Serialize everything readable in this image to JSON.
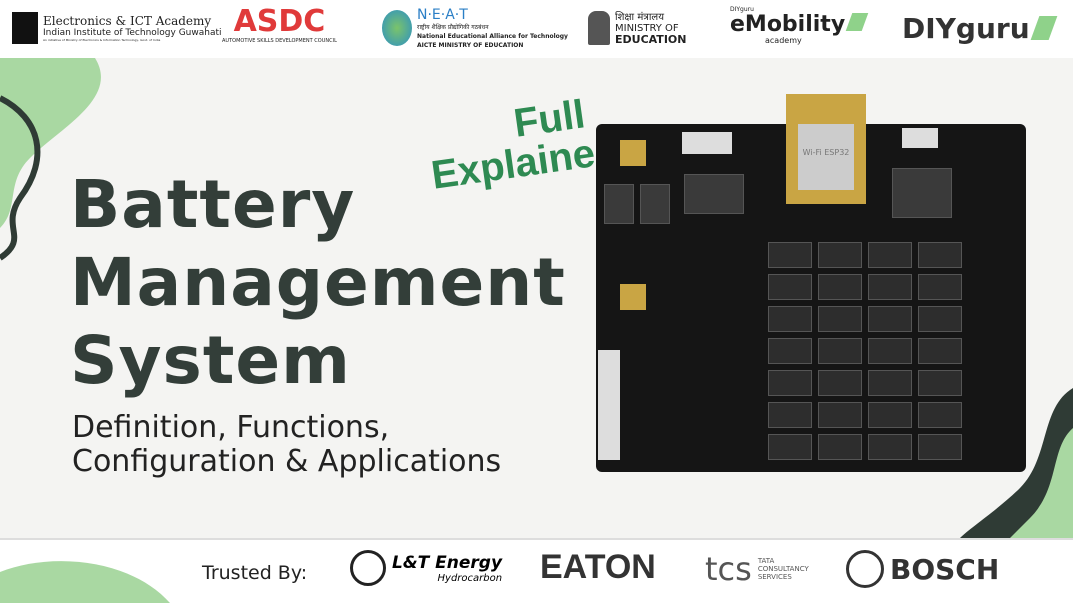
{
  "header": {
    "logos": [
      {
        "name": "Electronics & ICT Academy",
        "line2": "Indian Institute of Technology Guwahati",
        "line3": "An initiative of Ministry of Electronics & Information Technology, Govt. of India"
      },
      {
        "name": "ASDC",
        "line2": "AUTOMOTIVE SKILLS DEVELOPMENT COUNCIL"
      },
      {
        "name": "N·E·A·T",
        "line2": "राष्ट्रीय शैक्षिक प्रौद्योगिकी गठबंधन",
        "line3": "National Educational Alliance for Technology",
        "line4": "AICTE MINISTRY OF EDUCATION"
      },
      {
        "name": "शिक्षा मंत्रालय",
        "line2": "MINISTRY OF",
        "line3": "EDUCATION"
      },
      {
        "name": "eMobility",
        "pre": "DIYguru",
        "line2": "academy"
      },
      {
        "name": "DIYguru"
      }
    ]
  },
  "hero": {
    "badge_line1": "Full",
    "badge_line2": "Explained",
    "title": [
      "Battery",
      "Management",
      "System"
    ],
    "subtitle": [
      "Definition, Functions,",
      "Configuration & Applications"
    ]
  },
  "board": {
    "labels": [
      "Wi-Fi ESP32"
    ]
  },
  "footer": {
    "trusted_label": "Trusted By:",
    "partners": [
      {
        "name": "L&T Energy",
        "sub": "Hydrocarbon"
      },
      {
        "name": "EATON"
      },
      {
        "name": "tcs",
        "sub": "TATA CONSULTANCY SERVICES"
      },
      {
        "name": "BOSCH"
      }
    ]
  },
  "colors": {
    "title": "#333e39",
    "accent_green": "#2e8a52",
    "blob_light": "#a9d8a2",
    "blob_dark": "#2f3b35"
  }
}
